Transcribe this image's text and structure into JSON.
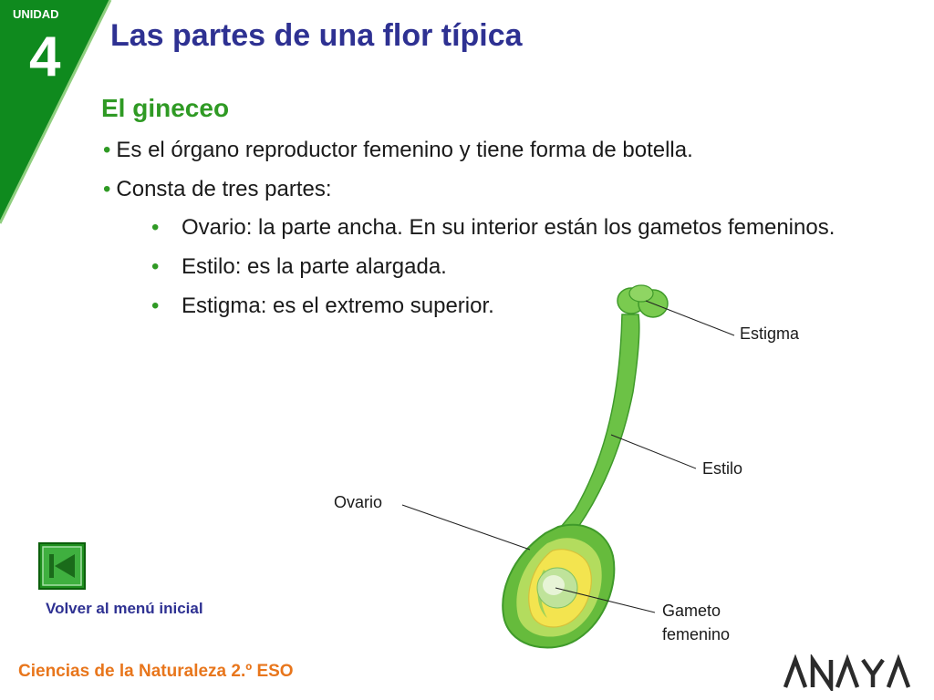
{
  "unit": {
    "label": "UNIDAD",
    "number": "4"
  },
  "title": "Las partes de una flor típica",
  "section": "El gineceo",
  "bullets": [
    "Es el órgano reproductor femenino y tiene forma de botella.",
    "Consta de tres partes:"
  ],
  "sub_bullets": [
    "Ovario: la parte ancha. En su interior están los gametos femeninos.",
    "Estilo: es la parte alargada.",
    "Estigma: es el extremo superior."
  ],
  "diagram_labels": {
    "estigma": "Estigma",
    "estilo": "Estilo",
    "ovario": "Ovario",
    "gameto_line1": "Gameto",
    "gameto_line2": "femenino"
  },
  "nav": {
    "back_label": "Volver al menú inicial"
  },
  "footer": {
    "text": "Ciencias de la Naturaleza 2.º ESO"
  },
  "logo": {
    "text": "ANAYA"
  },
  "colors": {
    "banner_green": "#0f8a1e",
    "title_blue": "#2e3192",
    "section_green": "#2f9a24",
    "footer_orange": "#e8761c"
  }
}
